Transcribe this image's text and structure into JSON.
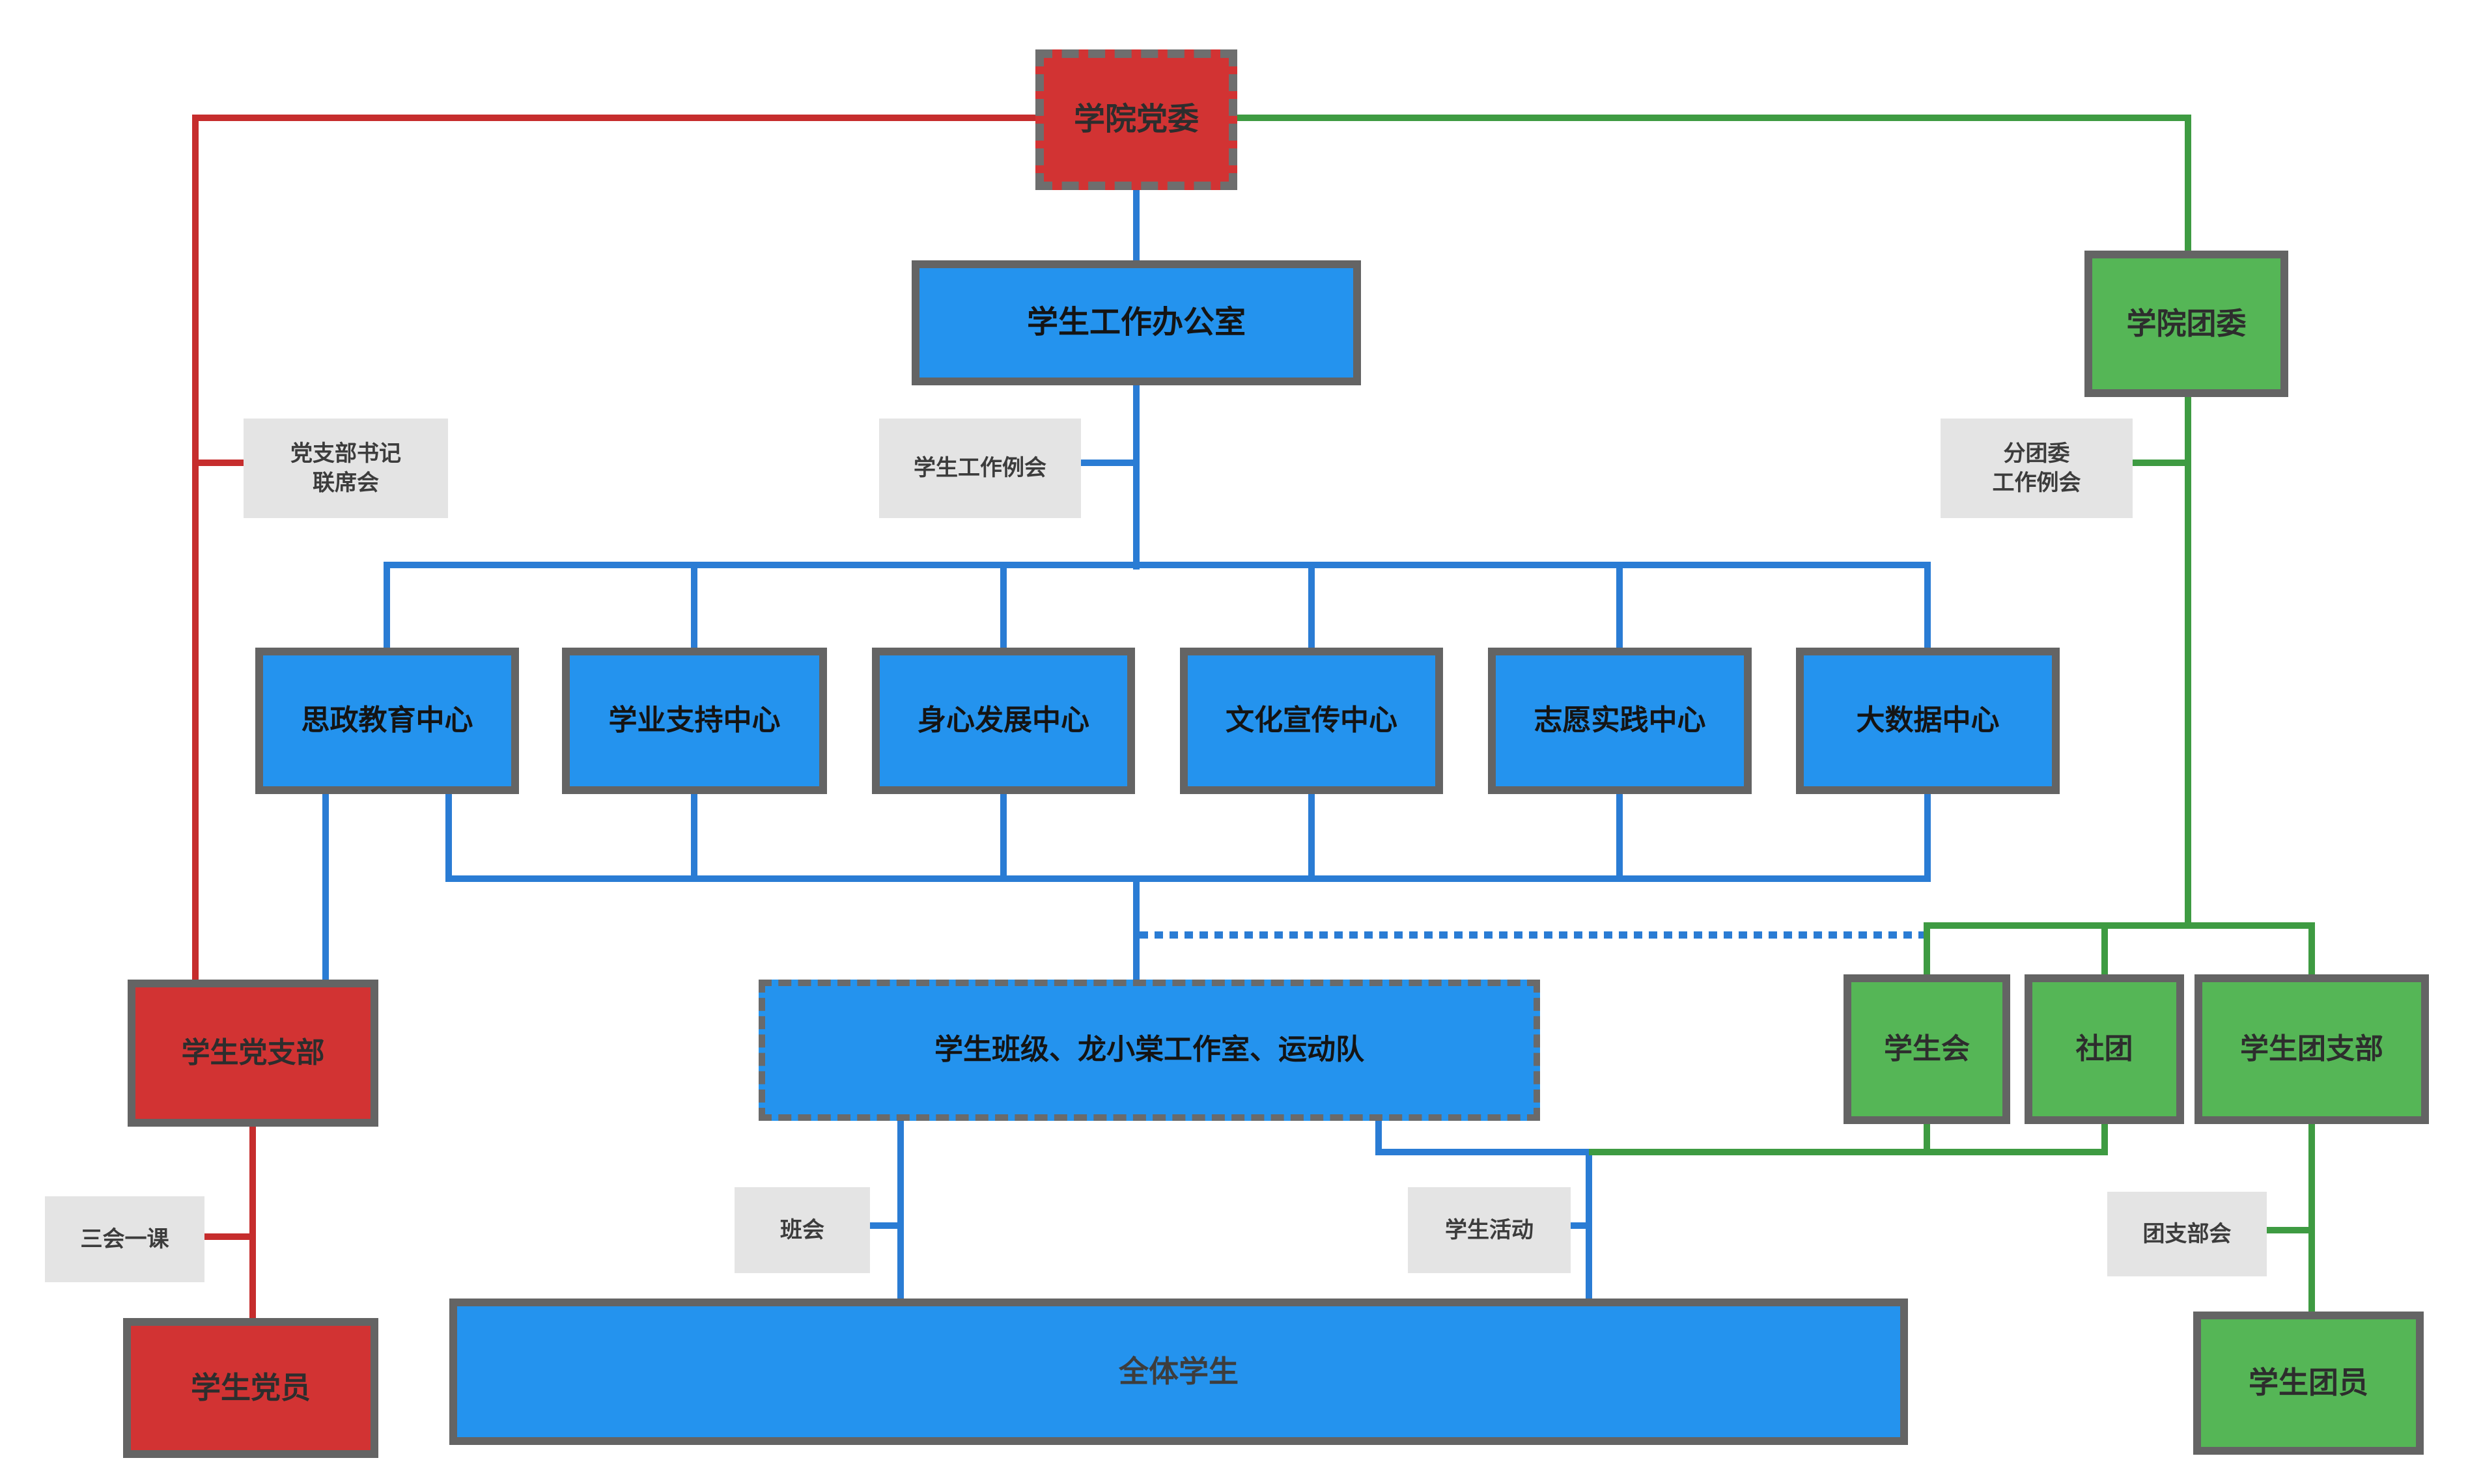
{
  "palette": {
    "party_red": "#d23333",
    "red_line": "#c62d2d",
    "work_blue": "#2493ee",
    "blue_line": "#2a7cd4",
    "league_green": "#55b656",
    "green_line": "#3e9b42",
    "box_border_gray": "#646464",
    "label_bg_gray": "#e4e4e4"
  },
  "nodes": {
    "party_committee": "学院党委",
    "student_affairs_office": "学生工作办公室",
    "youth_league_committee": "学院团委",
    "centers": [
      "思政教育中心",
      "学业支持中心",
      "身心发展中心",
      "文化宣传中心",
      "志愿实践中心",
      "大数据中心"
    ],
    "student_party_branch": "学生党支部",
    "student_groups": "学生班级、龙小棠工作室、运动队",
    "student_union": "学生会",
    "clubs": "社团",
    "student_league_branch": "学生团支部",
    "student_party_members": "学生党员",
    "all_students": "全体学生",
    "student_league_members": "学生团员"
  },
  "meeting_labels": {
    "party_branch_secretary_joint": [
      "党支部书记",
      "联席会"
    ],
    "student_work_meeting": "学生工作例会",
    "sub_league_work_meeting": [
      "分团委",
      "工作例会"
    ],
    "three_meetings_one_lesson": "三会一课",
    "class_meeting": "班会",
    "student_activities": "学生活动",
    "league_branch_meeting": "团支部会"
  }
}
